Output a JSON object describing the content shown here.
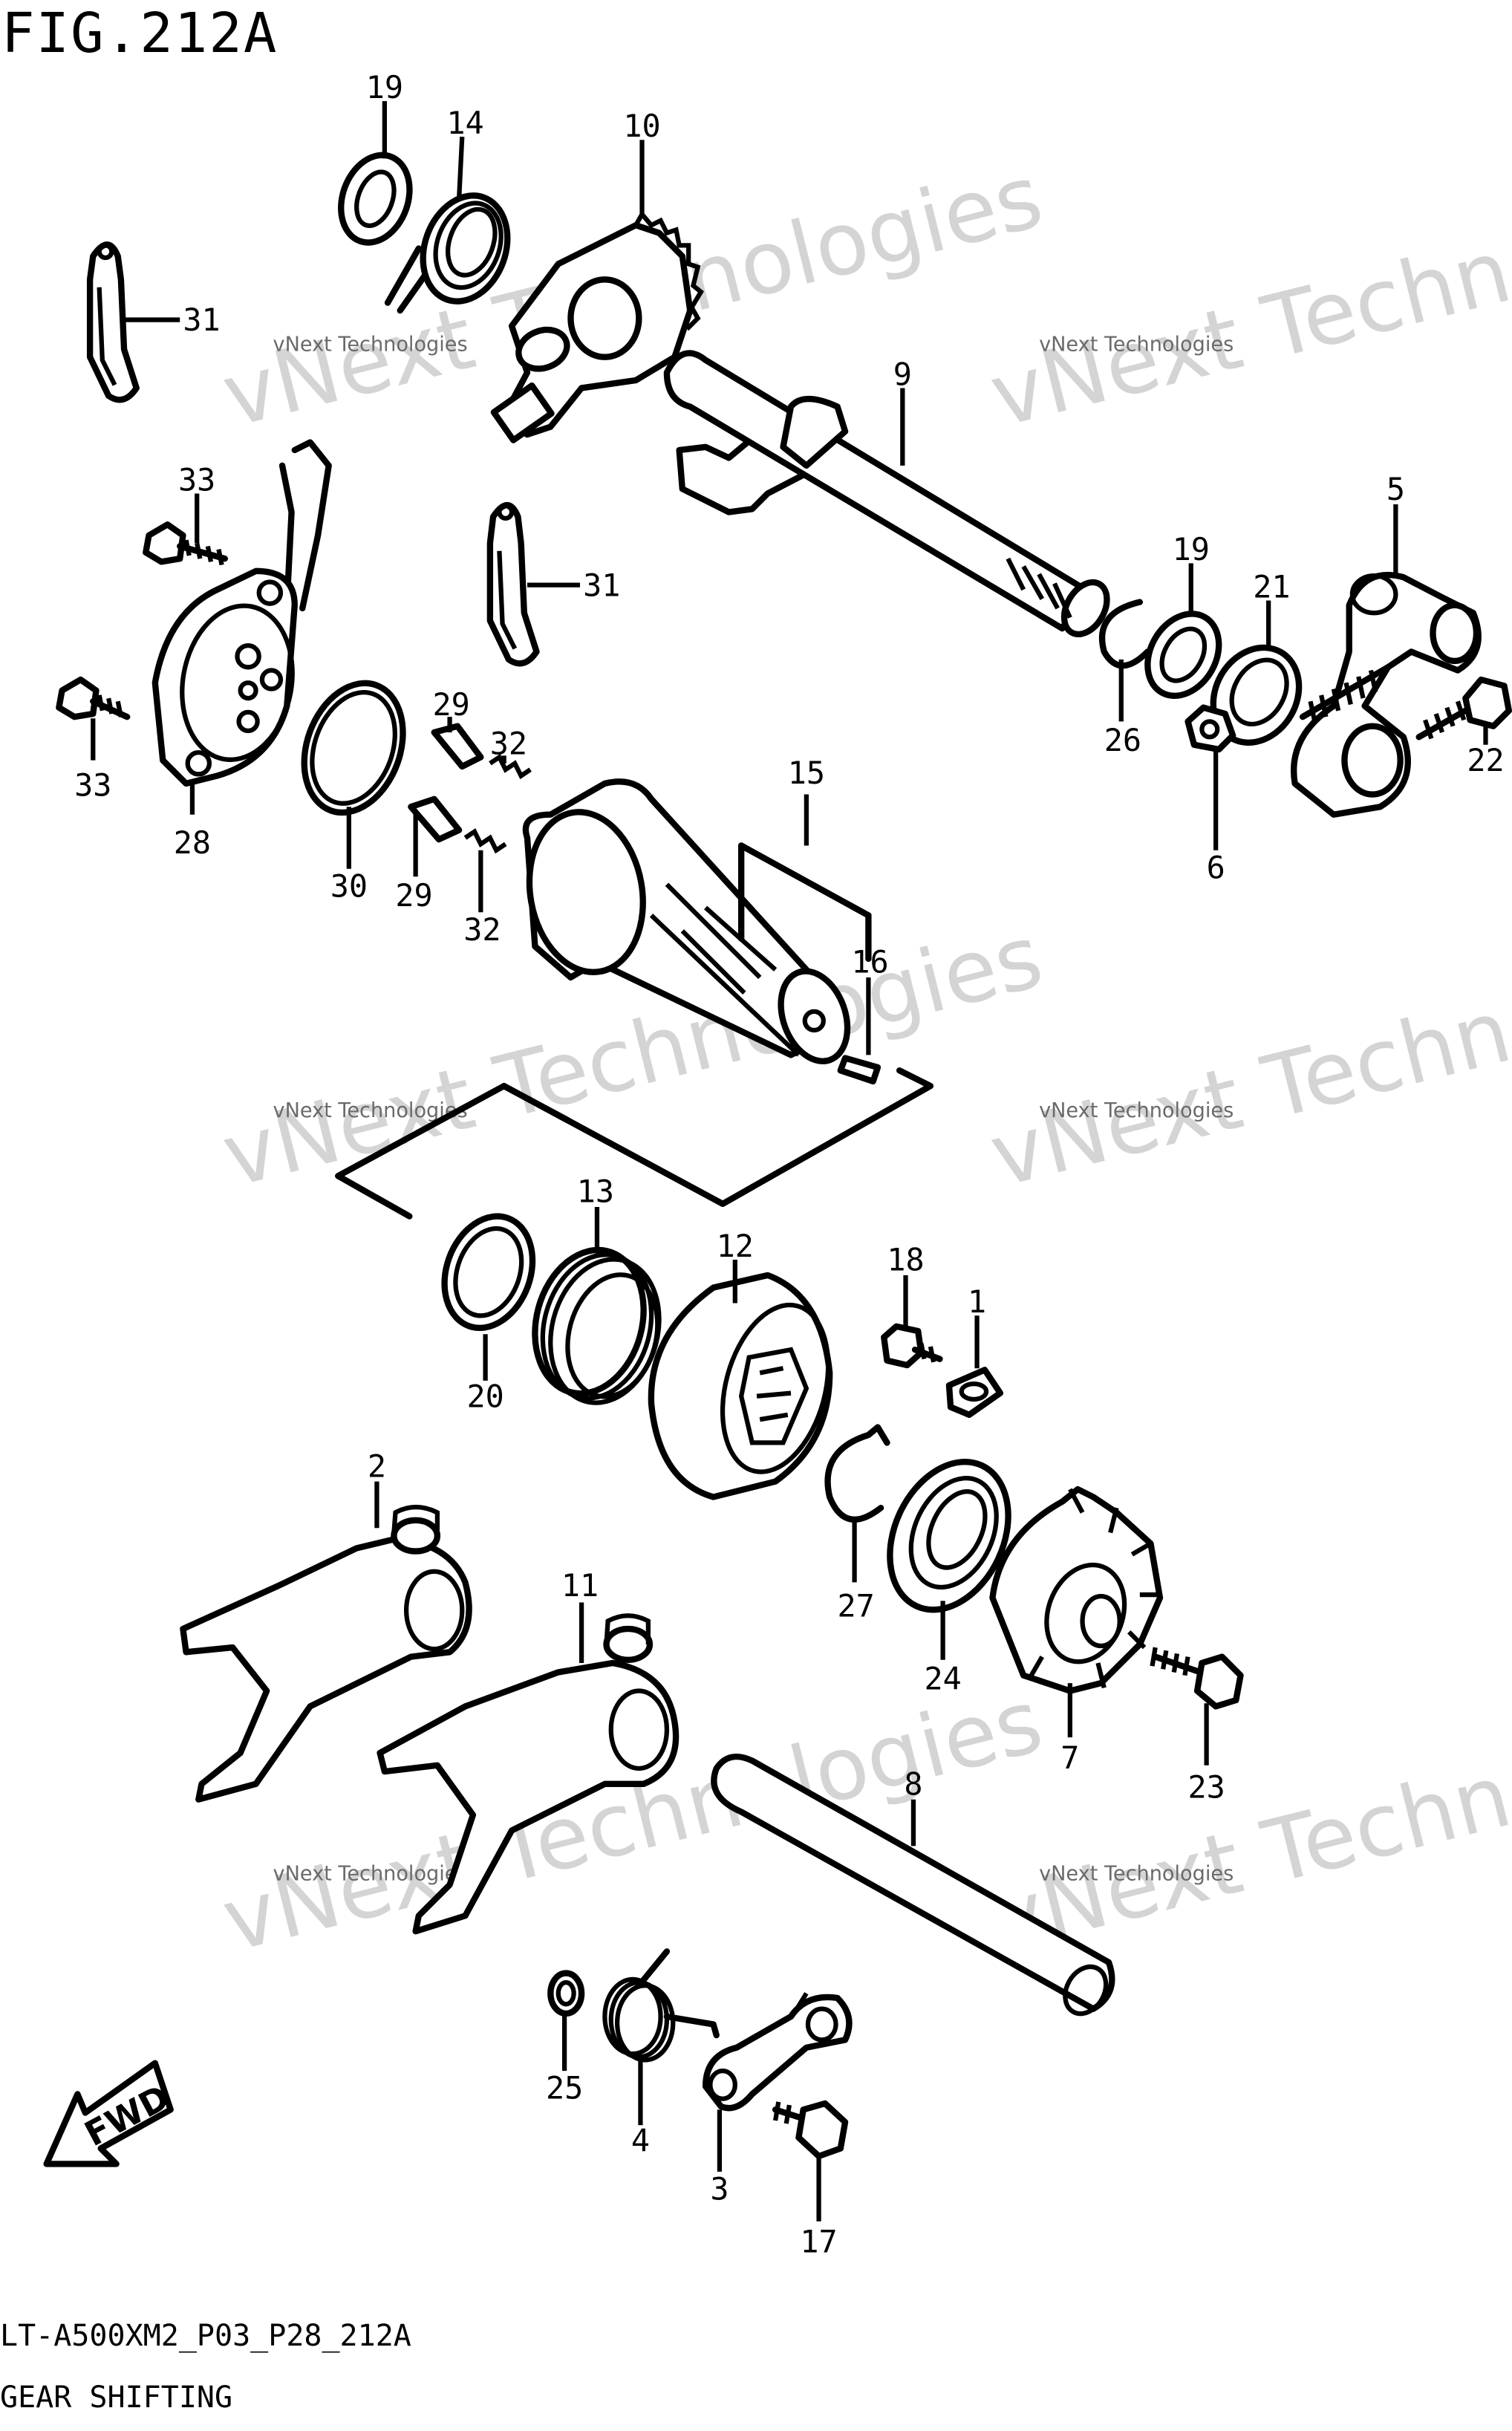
{
  "figure": {
    "title": "FIG.212A",
    "model_code": "LT-A500XM2_P03_P28_212A",
    "section_name": "GEAR SHIFTING"
  },
  "watermark": {
    "small": "vNext Technologies",
    "large": "vNext Technologies"
  },
  "fwd_label": "FWD",
  "callouts": [
    "19",
    "14",
    "10",
    "31",
    "9",
    "33",
    "31",
    "5",
    "19",
    "21",
    "33",
    "28",
    "30",
    "29",
    "32",
    "26",
    "6",
    "22",
    "29",
    "32",
    "15",
    "16",
    "13",
    "12",
    "18",
    "1",
    "20",
    "2",
    "11",
    "27",
    "24",
    "7",
    "23",
    "8",
    "25",
    "4",
    "3",
    "17"
  ]
}
